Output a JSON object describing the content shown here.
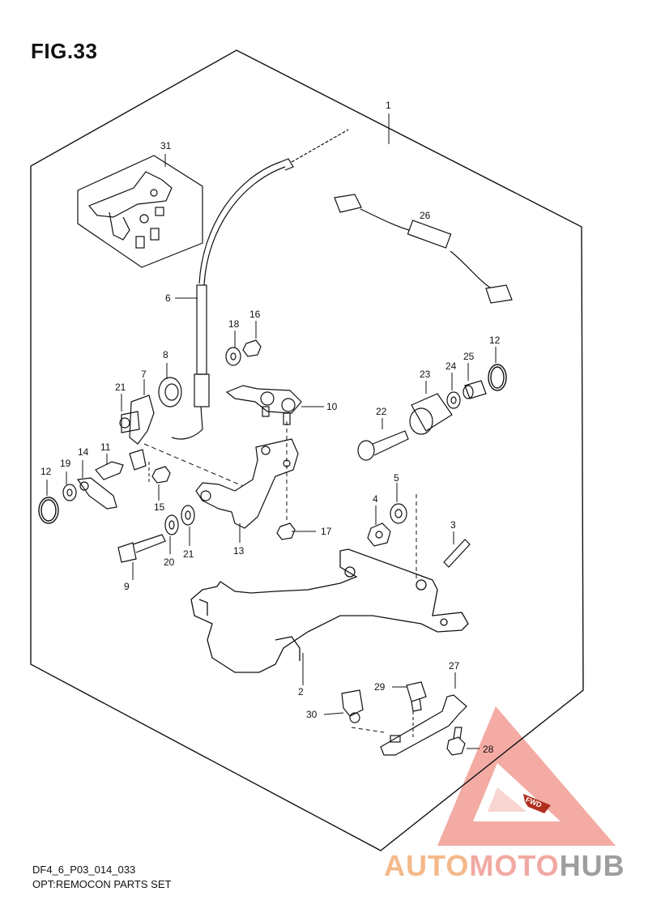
{
  "figure": {
    "title": "FIG.33",
    "code": "DF4_6_P03_014_033",
    "caption": "OPT:REMOCON PARTS SET"
  },
  "callouts": [
    "1",
    "2",
    "3",
    "4",
    "5",
    "6",
    "7",
    "8",
    "9",
    "10",
    "11",
    "12",
    "12",
    "13",
    "14",
    "15",
    "16",
    "17",
    "18",
    "19",
    "20",
    "21",
    "21",
    "22",
    "23",
    "24",
    "25",
    "26",
    "27",
    "28",
    "29",
    "30",
    "31"
  ],
  "fwd_label": "FWD",
  "watermark": {
    "part_a": "AUTO",
    "part_b": "MOTO",
    "part_c": "HUB",
    "colors": {
      "orange": "#f4b98a",
      "pink": "#f1a9a2",
      "grey": "#9e9e9e",
      "triangle": "#ef8f86"
    }
  }
}
